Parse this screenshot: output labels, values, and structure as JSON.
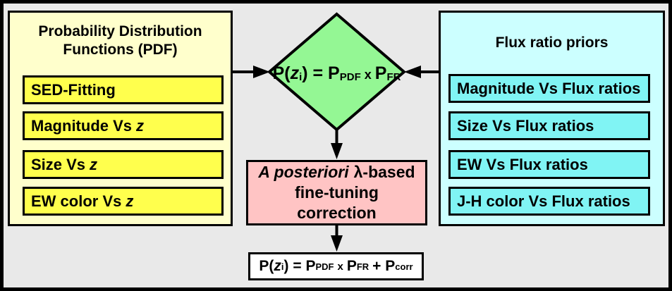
{
  "colors": {
    "background": "#E9E9E9",
    "outline": "#000000",
    "pdf_panel_bg": "#FFFFCC",
    "pdf_item_bg": "#FFFF4D",
    "flux_panel_bg": "#CCFFFF",
    "flux_item_bg": "#80F4F4",
    "diamond_fill": "#94F794",
    "correction_bg": "#FFC4C4",
    "result_bg": "#FFFFFF"
  },
  "left_panel": {
    "title": "Probability Distribution Functions (PDF)",
    "items": [
      {
        "text": "SED-Fitting",
        "z": ""
      },
      {
        "text": "Magnitude Vs",
        "z": "z"
      },
      {
        "text": "Size Vs",
        "z": "z"
      },
      {
        "text": "EW color Vs",
        "z": "z"
      }
    ]
  },
  "right_panel": {
    "title": "Flux ratio priors",
    "items": [
      "Magnitude Vs Flux ratios",
      "Size Vs Flux ratios",
      "EW Vs Flux ratios",
      "J-H color Vs Flux ratios"
    ]
  },
  "diamond": {
    "p0": "P(",
    "p1": "z",
    "p2": "i",
    "p3": ") = P",
    "p4": "PDF",
    "p5": "x",
    "p6": "P",
    "p7": "FR"
  },
  "correction_box": {
    "line1_italic": "A posteriori",
    "line1_rest": "λ-based",
    "line2": "fine-tuning",
    "line3": "correction"
  },
  "result_box": {
    "p0": "P(",
    "p1": "z",
    "p2": "i",
    "p3": ") = P",
    "p4": "PDF",
    "p5": "x",
    "p6": "P",
    "p7": "FR",
    "p8": "+ P",
    "p9": "corr"
  }
}
